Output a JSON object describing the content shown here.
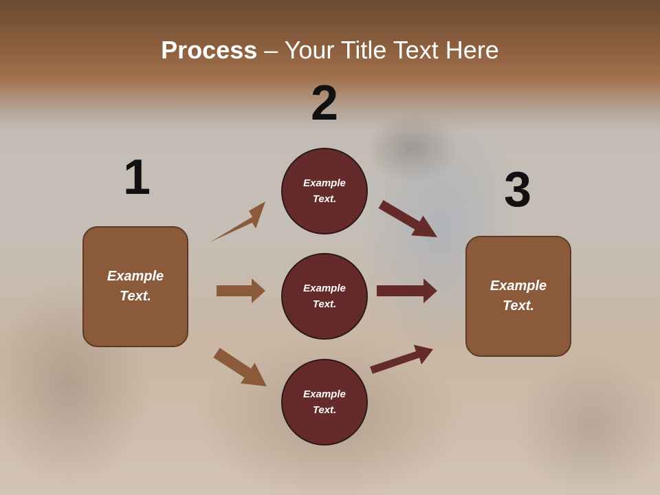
{
  "slide": {
    "title_bold": "Process",
    "title_rest": " – Your Title Text Here",
    "steps": [
      {
        "number": "1",
        "text": "Example\nText."
      },
      {
        "number": "2",
        "text": "Example\nText."
      },
      {
        "number": "3",
        "text": "Example\nText."
      }
    ],
    "circles": [
      {
        "text": "Example\nText."
      },
      {
        "text": "Example\nText."
      },
      {
        "text": "Example\nText."
      }
    ]
  },
  "colors": {
    "box_fill": "#8a5a3b",
    "circle_fill": "#652b2b",
    "arrow_left": "#8a5a3b",
    "arrow_right": "#652b2b"
  }
}
